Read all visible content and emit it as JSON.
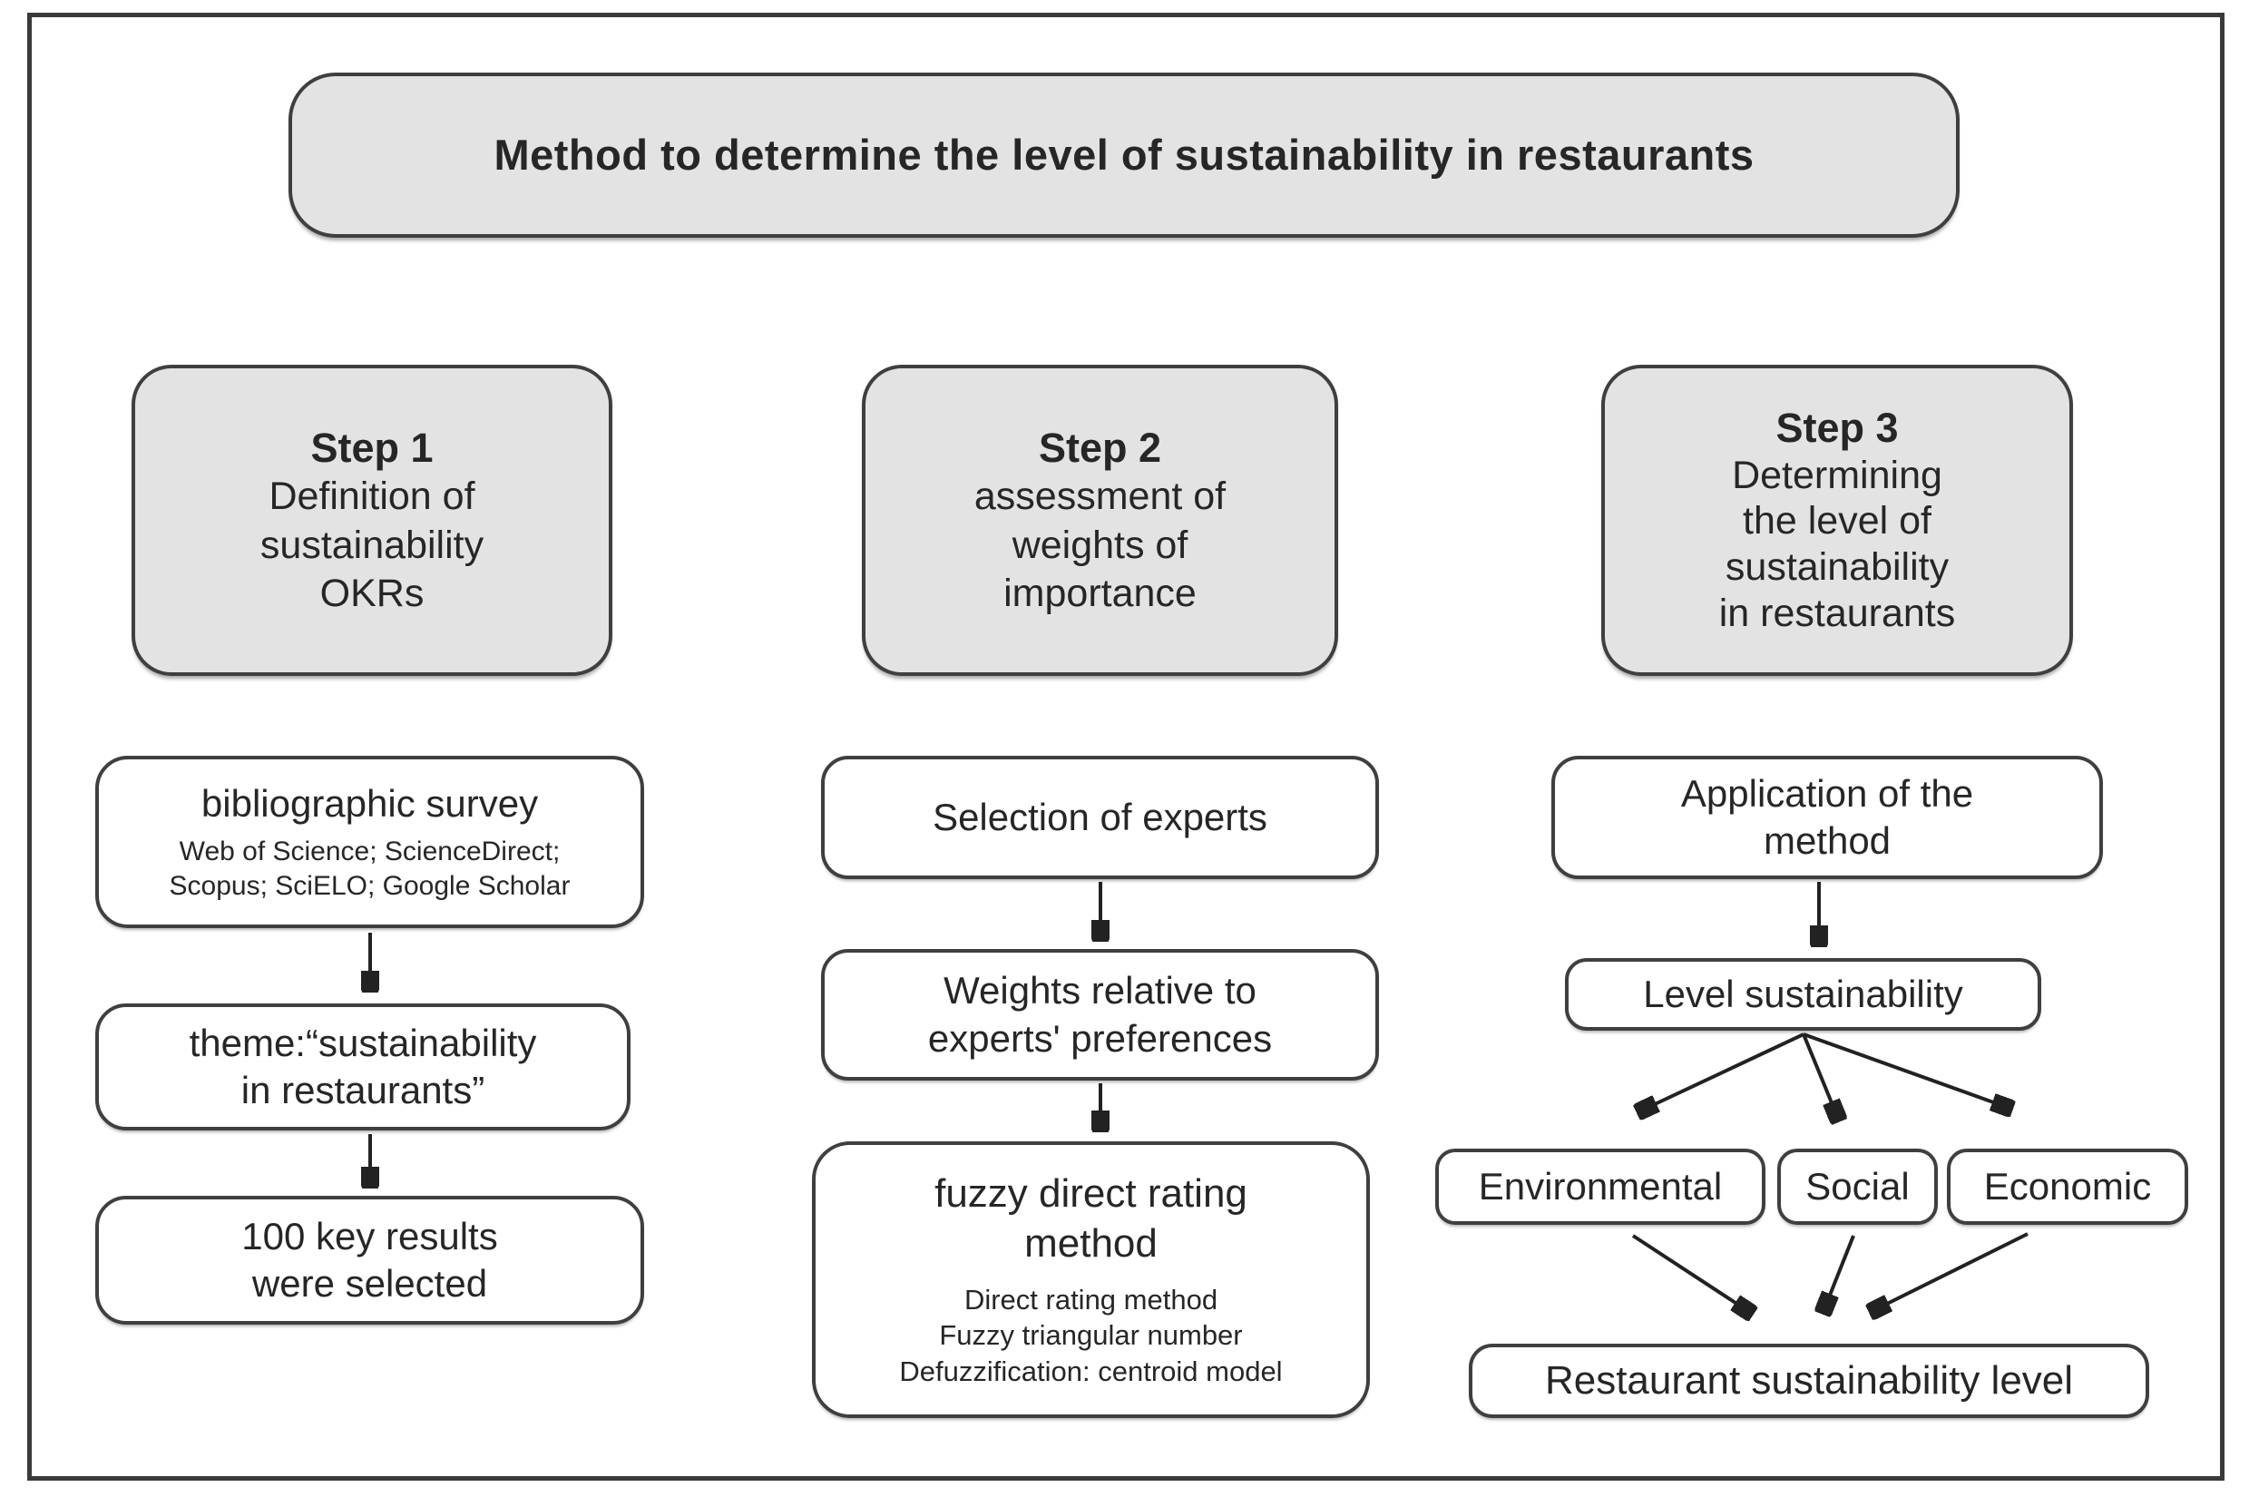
{
  "colors": {
    "frame_border": "#3a3a3a",
    "gray_box_fill": "#e3e3e3",
    "white_box_fill": "#ffffff",
    "box_border": "#3f3f3f",
    "text": "#262626",
    "arrow": "#222222"
  },
  "title": "Method to determine the level of sustainability in restaurants",
  "steps": [
    {
      "heading": "Step 1",
      "body": "Definition of\nsustainability\nOKRs"
    },
    {
      "heading": "Step 2",
      "body": "assessment of\nweights of\nimportance"
    },
    {
      "heading": "Step 3",
      "body": "Determining\nthe level of\nsustainability\nin restaurants"
    }
  ],
  "column1": {
    "bibliographic": {
      "title": "bibliographic survey",
      "subtitle": "Web of Science; ScienceDirect;\nScopus; SciELO; Google Scholar"
    },
    "theme": {
      "label": "theme:“sustainability\nin restaurants”"
    },
    "results": {
      "label": "100 key results\nwere selected"
    }
  },
  "column2": {
    "selection": {
      "label": "Selection of experts"
    },
    "weights": {
      "label": "Weights relative to\nexperts' preferences"
    },
    "fuzzy": {
      "title": "fuzzy direct rating\nmethod",
      "subtitle": "Direct rating method\nFuzzy triangular number\nDefuzzification: centroid model"
    }
  },
  "column3": {
    "application": {
      "label": "Application of the\nmethod"
    },
    "level": {
      "label": "Level sustainability"
    },
    "environmental": {
      "label": "Environmental"
    },
    "social": {
      "label": "Social"
    },
    "economic": {
      "label": "Economic"
    },
    "restaurant": {
      "label": "Restaurant sustainability level"
    }
  }
}
